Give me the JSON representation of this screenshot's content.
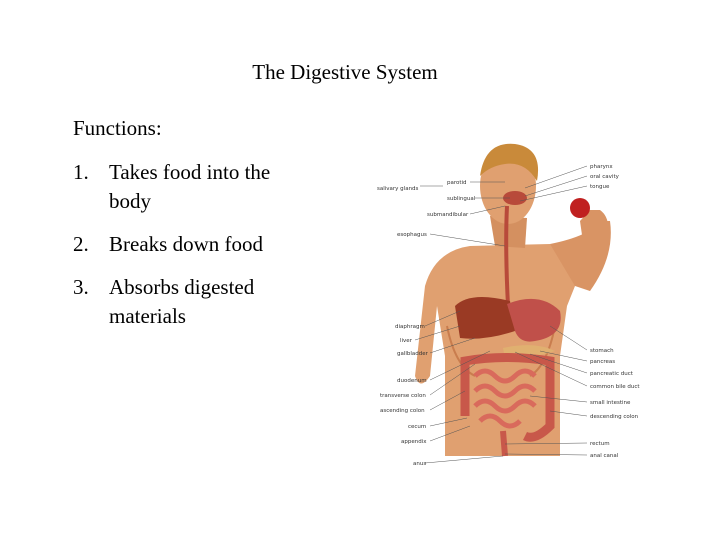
{
  "slide": {
    "title": "The Digestive System",
    "subtitle": "Functions:",
    "functions": [
      {
        "number": "1.",
        "text": "Takes food into the body"
      },
      {
        "number": "2.",
        "text": "Breaks down food"
      },
      {
        "number": "3.",
        "text": "Absorbs digested materials"
      }
    ]
  },
  "figure": {
    "left_labels": [
      "salivary glands",
      "parotid",
      "sublingual",
      "submandibular",
      "esophagus",
      "diaphragm",
      "liver",
      "gallbladder",
      "duodenum",
      "transverse colon",
      "ascending colon",
      "cecum",
      "appendix",
      "anus"
    ],
    "right_labels": [
      "pharynx",
      "oral cavity",
      "tongue",
      "stomach",
      "pancreas",
      "pancreatic duct",
      "common bile duct",
      "small intestine",
      "descending colon",
      "rectum",
      "anal canal"
    ],
    "colors": {
      "skin": "#e0a070",
      "skin_shade": "#c97d4e",
      "hair": "#c98a3a",
      "liver": "#9a3a24",
      "stomach": "#c0504a",
      "intestine": "#d96a5c",
      "colon": "#c8584a",
      "pancreas": "#e0b070",
      "apple": "#c02020"
    }
  }
}
